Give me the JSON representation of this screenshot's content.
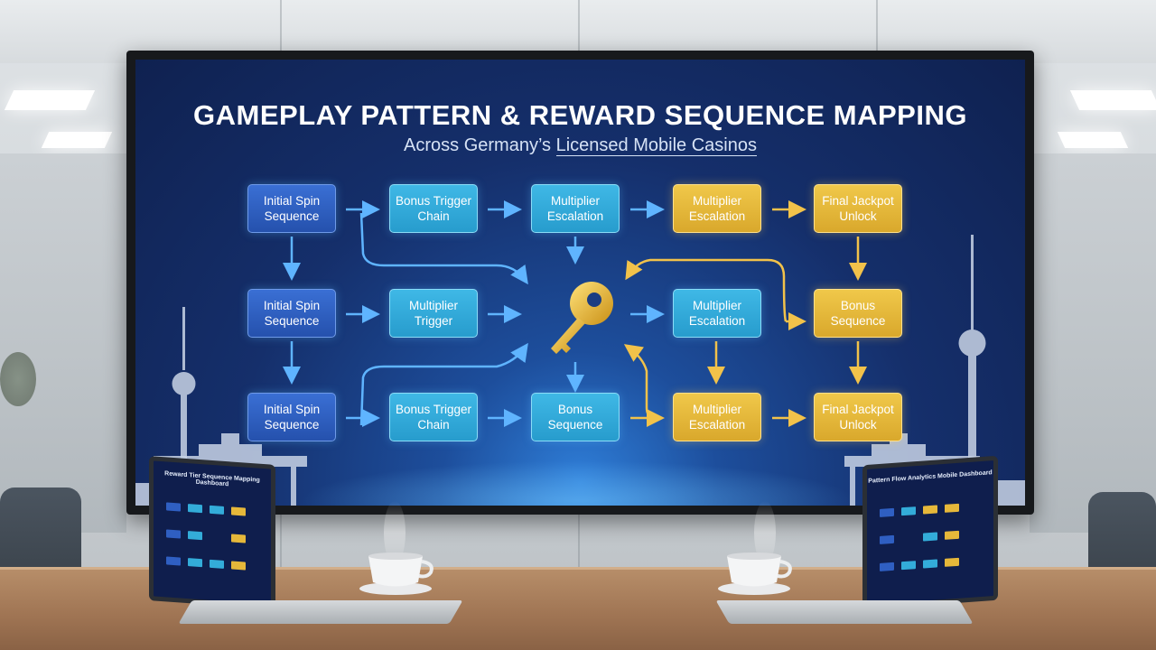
{
  "screen": {
    "title": "GAMEPLAY PATTERN & REWARD SEQUENCE MAPPING",
    "subtitle_prefix": "Across Germany’s ",
    "subtitle_underlined": "Licensed Mobile Casinos"
  },
  "nodes": {
    "r1c1": "Initial Spin Sequence",
    "r1c2": "Bonus Trigger Chain",
    "r1c3": "Multiplier Escalation",
    "r1c4": "Multiplier Escalation",
    "r1c5": "Final Jackpot Unlock",
    "r2c1": "Initial Spin Sequence",
    "r2c2": "Multiplier Trigger",
    "r2c4": "Multiplier Escalation",
    "r2c5": "Bonus Sequence",
    "r3c1": "Initial Spin Sequence",
    "r3c2": "Bonus Trigger Chain",
    "r3c3": "Bonus Sequence",
    "r3c4": "Multiplier Escalation",
    "r3c5": "Final Jackpot Unlock"
  },
  "laptops": {
    "left_title": "Reward Tier Sequence Mapping Dashboard",
    "right_title": "Pattern Flow Analytics Mobile Dashboard"
  },
  "colors": {
    "node_blue": "#2f5fc2",
    "node_cyan": "#33acd9",
    "node_gold": "#e6b83a",
    "arrow_blue": "#4aa8ff",
    "arrow_gold": "#f2c24a",
    "key_gold": "#e9b730"
  },
  "icons": [
    "key-icon",
    "tv-tower-icon",
    "brandenburg-gate-icon"
  ]
}
